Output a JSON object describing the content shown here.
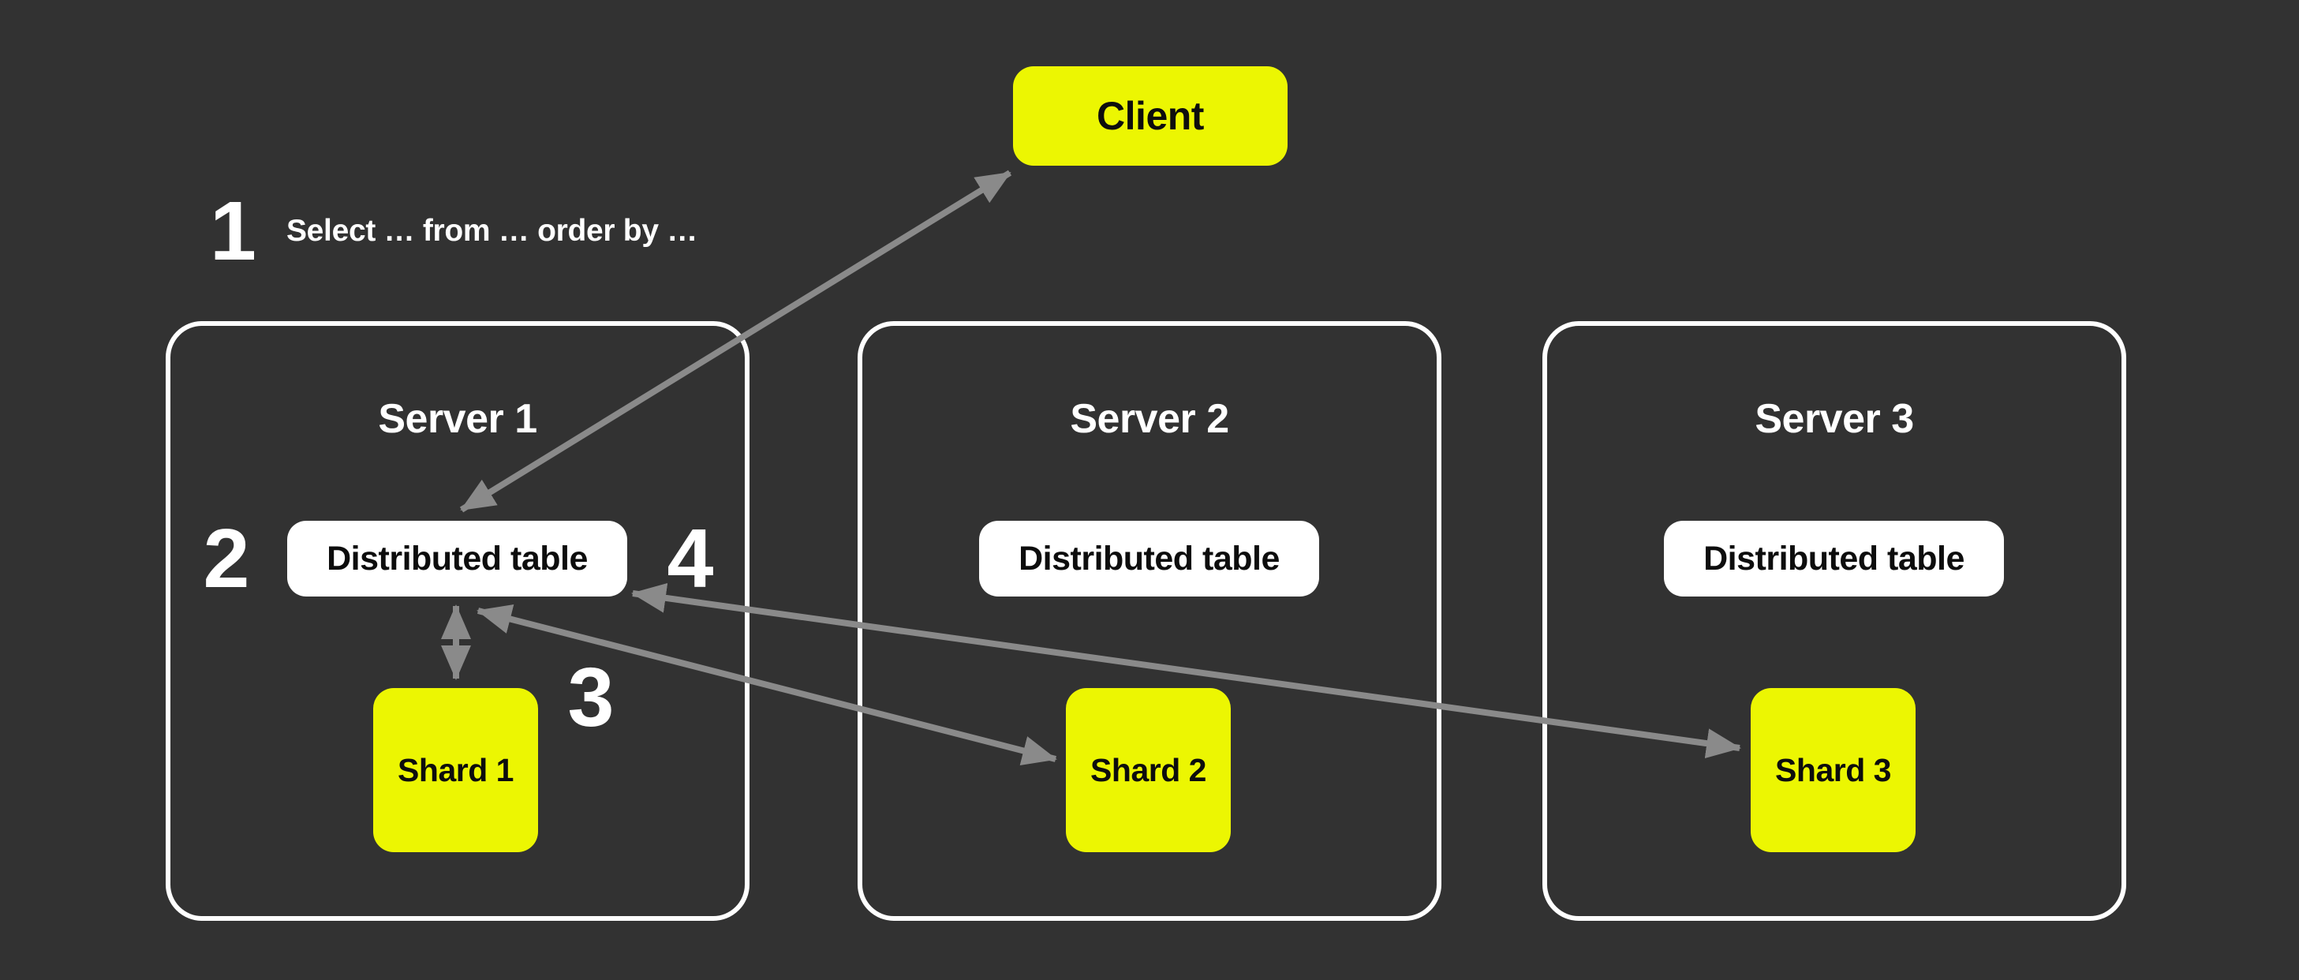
{
  "colors": {
    "background": "#323232",
    "accent_yellow": "#ECF602",
    "box_white": "#FFFFFF",
    "arrow_gray": "#8A8A8A",
    "text_dark": "#0D0D0D",
    "text_light": "#FFFFFF"
  },
  "client": {
    "label": "Client"
  },
  "steps": {
    "step1_number": "1",
    "step1_text": "Select … from … order by …",
    "step2_number": "2",
    "step3_number": "3",
    "step4_number": "4"
  },
  "servers": [
    {
      "title": "Server 1",
      "distributed_table_label": "Distributed table",
      "shard_label": "Shard 1"
    },
    {
      "title": "Server 2",
      "distributed_table_label": "Distributed table",
      "shard_label": "Shard 2"
    },
    {
      "title": "Server 3",
      "distributed_table_label": "Distributed table",
      "shard_label": "Shard 3"
    }
  ],
  "connections": [
    {
      "from": "client",
      "to": "server1-distributed-table",
      "bidirectional": true
    },
    {
      "from": "server1-distributed-table",
      "to": "shard1",
      "bidirectional": true
    },
    {
      "from": "server1-distributed-table",
      "to": "shard2",
      "bidirectional": true
    },
    {
      "from": "server1-distributed-table",
      "to": "shard3",
      "bidirectional": true
    }
  ]
}
